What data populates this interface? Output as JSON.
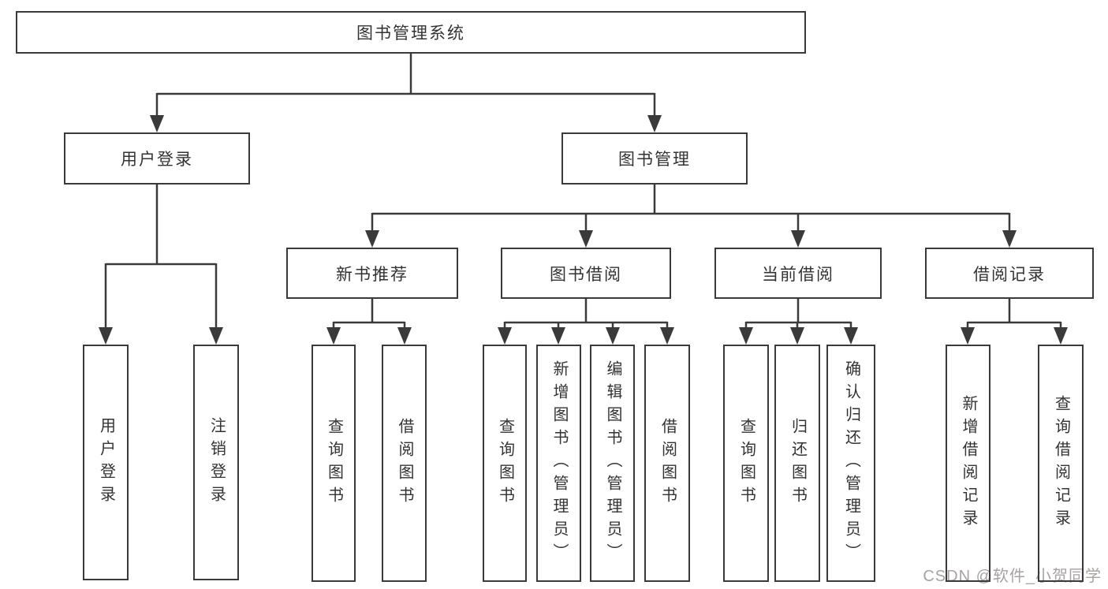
{
  "watermark": {
    "text": "CSDN @软件_小贺同学",
    "color": "#a9a2a2"
  },
  "colors": {
    "background": "#ffffff",
    "box_border": "#3a3a3a",
    "connector_line": "#3a3a3a",
    "text": "#333333"
  },
  "tree": {
    "label": "图书管理系统",
    "children": [
      {
        "label": "用户登录",
        "children": [
          {
            "label": "用户登录"
          },
          {
            "label": "注销登录"
          }
        ]
      },
      {
        "label": "图书管理",
        "children": [
          {
            "label": "新书推荐",
            "children": [
              {
                "label": "查询图书"
              },
              {
                "label": "借阅图书"
              }
            ]
          },
          {
            "label": "图书借阅",
            "children": [
              {
                "label": "查询图书"
              },
              {
                "label": "新增图书（管理员）"
              },
              {
                "label": "编辑图书（管理员）"
              },
              {
                "label": "借阅图书"
              }
            ]
          },
          {
            "label": "当前借阅",
            "children": [
              {
                "label": "查询图书"
              },
              {
                "label": "归还图书"
              },
              {
                "label": "确认归还（管理员）"
              }
            ]
          },
          {
            "label": "借阅记录",
            "children": [
              {
                "label": "新增借阅记录"
              },
              {
                "label": "查询借阅记录"
              }
            ]
          }
        ]
      }
    ]
  }
}
